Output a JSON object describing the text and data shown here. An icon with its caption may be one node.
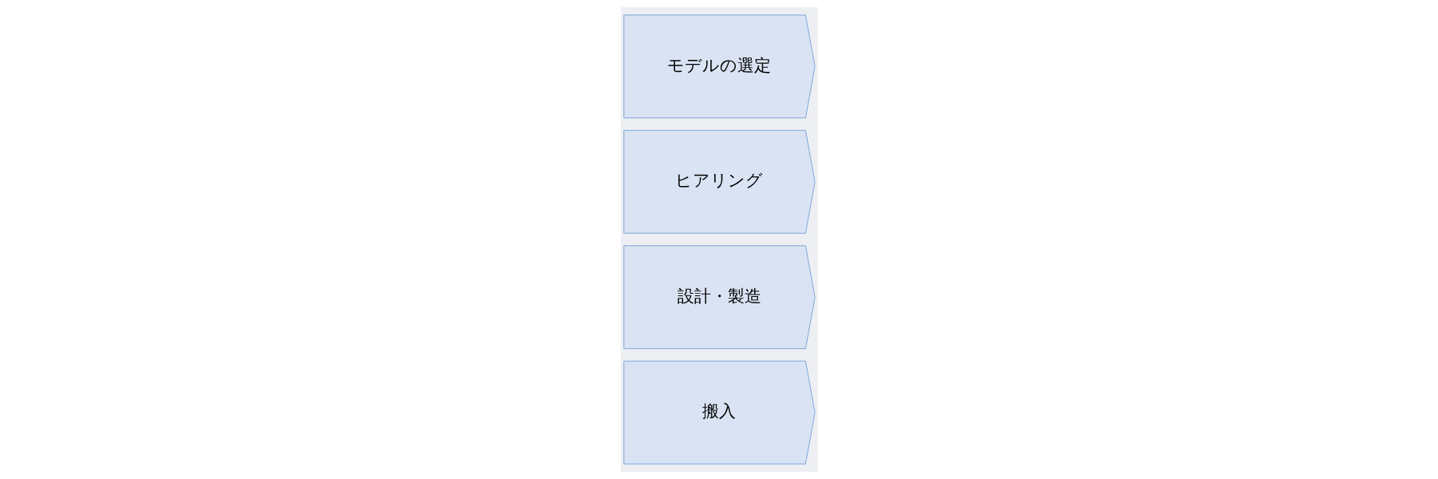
{
  "diagram": {
    "nodes": [
      {
        "text": [
          "モデルの選定"
        ]
      },
      {
        "text": [
          "ヒアリング"
        ]
      },
      {
        "text": [
          "設計・製造"
        ]
      },
      {
        "text": [
          "搬入"
        ]
      }
    ],
    "edges": []
  }
}
